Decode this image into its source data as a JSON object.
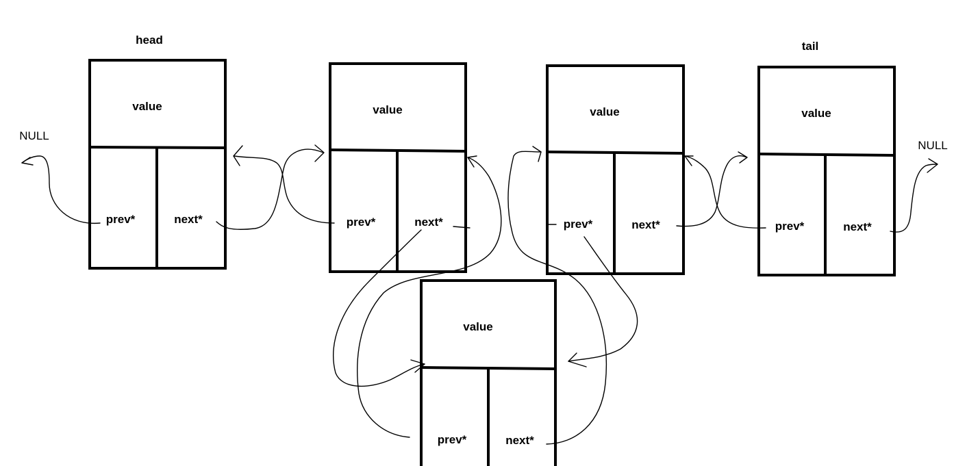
{
  "labels": {
    "head": "head",
    "tail": "tail",
    "null_left": "NULL",
    "null_right": "NULL"
  },
  "nodes": [
    {
      "id": "node-1",
      "value": "value",
      "prev": "prev*",
      "next": "next*"
    },
    {
      "id": "node-2",
      "value": "value",
      "prev": "prev*",
      "next": "next*"
    },
    {
      "id": "node-3",
      "value": "value",
      "prev": "prev*",
      "next": "next*"
    },
    {
      "id": "node-4",
      "value": "value",
      "prev": "prev*",
      "next": "next*"
    },
    {
      "id": "node-inserted",
      "value": "value",
      "prev": "prev*",
      "next": "next*"
    }
  ]
}
